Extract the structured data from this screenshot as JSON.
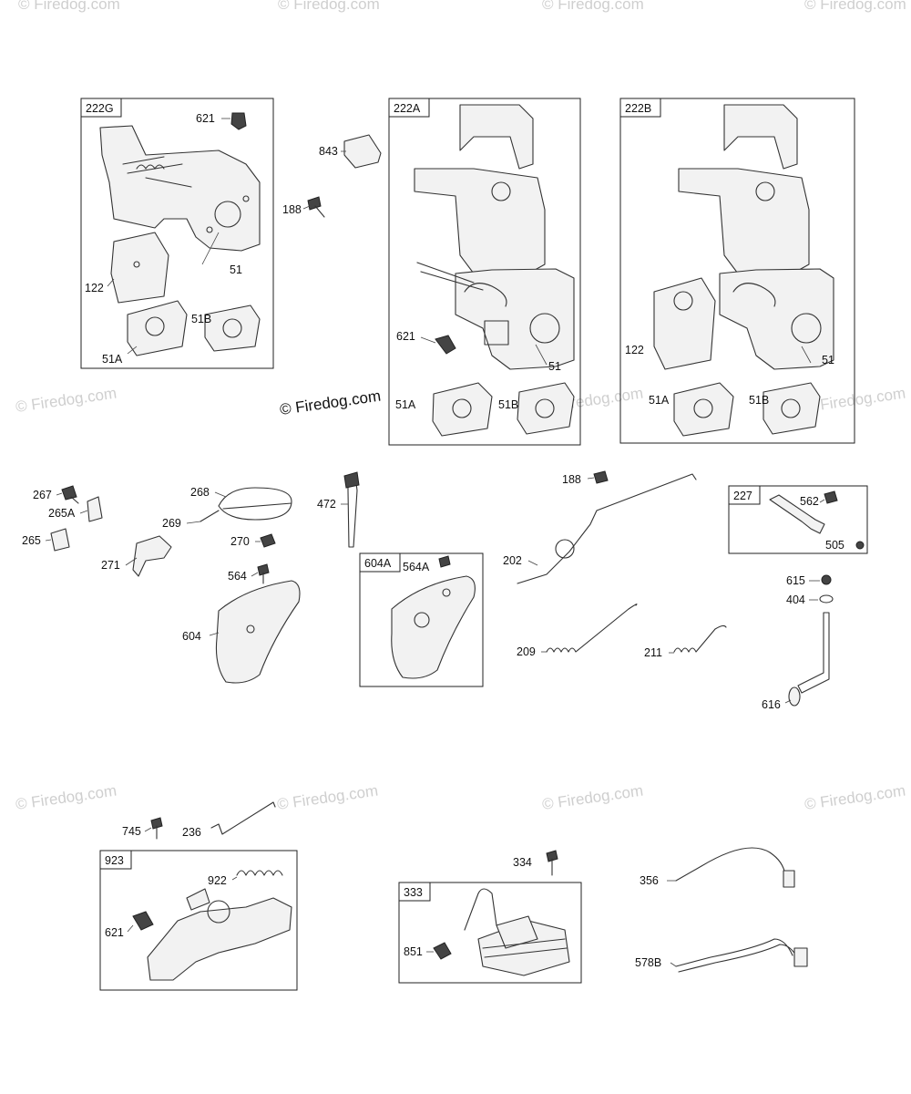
{
  "watermark": "© Firedog.com",
  "copyright": "© Firedog.com",
  "kits": {
    "k222G": "222G",
    "k222A": "222A",
    "k222B": "222B",
    "k227": "227",
    "k604A": "604A",
    "k923": "923",
    "k333": "333"
  },
  "parts": {
    "p621a": "621",
    "p51a": "51",
    "p122a": "122",
    "p51Ba": "51B",
    "p51Aa": "51A",
    "p843": "843",
    "p188a": "188",
    "p621b": "621",
    "p51b": "51",
    "p51Ab": "51A",
    "p51Bb": "51B",
    "p122c": "122",
    "p51c": "51",
    "p51Ac": "51A",
    "p51Bc": "51B",
    "p267": "267",
    "p265A": "265A",
    "p265": "265",
    "p271": "271",
    "p268": "268",
    "p269": "269",
    "p270": "270",
    "p472": "472",
    "p564": "564",
    "p604": "604",
    "p564A": "564A",
    "p188b": "188",
    "p202": "202",
    "p209": "209",
    "p211": "211",
    "p562": "562",
    "p505": "505",
    "p615": "615",
    "p404": "404",
    "p616": "616",
    "p745": "745",
    "p236": "236",
    "p922": "922",
    "p621c": "621",
    "p334": "334",
    "p851": "851",
    "p356": "356",
    "p578B": "578B"
  }
}
